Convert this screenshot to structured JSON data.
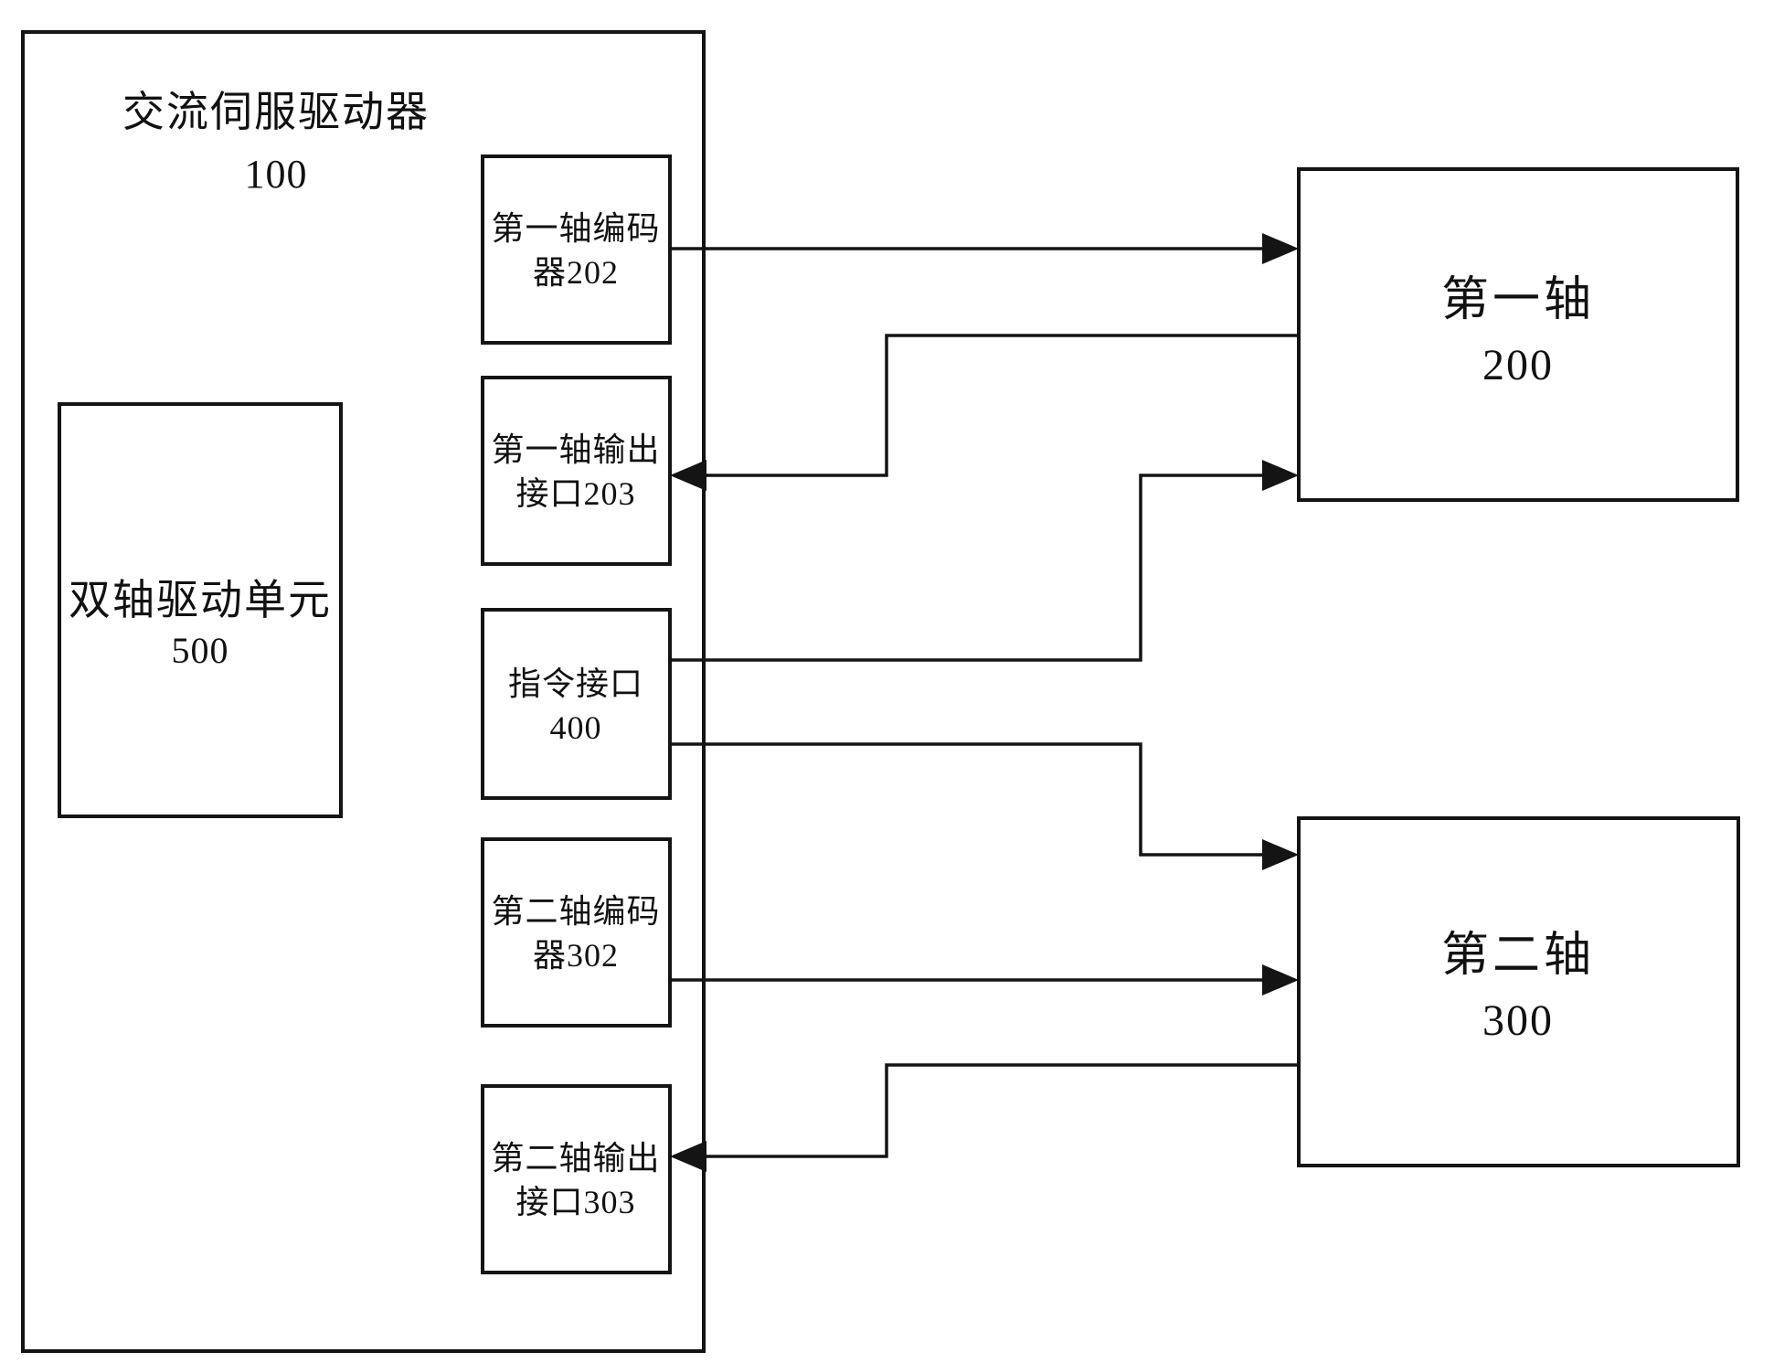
{
  "title": {
    "name": "交流伺服驱动器",
    "id": "100"
  },
  "boxes": {
    "drive_unit": {
      "line1": "双轴驱动单元",
      "line2": "500"
    },
    "encoder1": {
      "line1": "第一轴编码",
      "line2": "器202"
    },
    "output1": {
      "line1": "第一轴输出",
      "line2": "接口203"
    },
    "command": {
      "line1": "指令接口",
      "line2": "400"
    },
    "encoder2": {
      "line1": "第二轴编码",
      "line2": "器302"
    },
    "output2": {
      "line1": "第二轴输出",
      "line2": "接口303"
    },
    "axis1": {
      "line1": "第一轴",
      "line2": "200"
    },
    "axis2": {
      "line1": "第二轴",
      "line2": "300"
    }
  },
  "connections": [
    {
      "from": "第一轴编码器202",
      "to": "第一轴200",
      "direction": "right-arrow"
    },
    {
      "from": "第一轴200",
      "to": "第一轴输出接口203",
      "direction": "left-arrow"
    },
    {
      "from": "指令接口400",
      "to": "第一轴200",
      "direction": "right-arrow"
    },
    {
      "from": "指令接口400",
      "to": "第二轴300",
      "direction": "right-arrow"
    },
    {
      "from": "第二轴编码器302",
      "to": "第二轴300",
      "direction": "right-arrow"
    },
    {
      "from": "第二轴300",
      "to": "第二轴输出接口303",
      "direction": "left-arrow"
    }
  ],
  "colors": {
    "line": "#141414",
    "background": "#ffffff"
  }
}
